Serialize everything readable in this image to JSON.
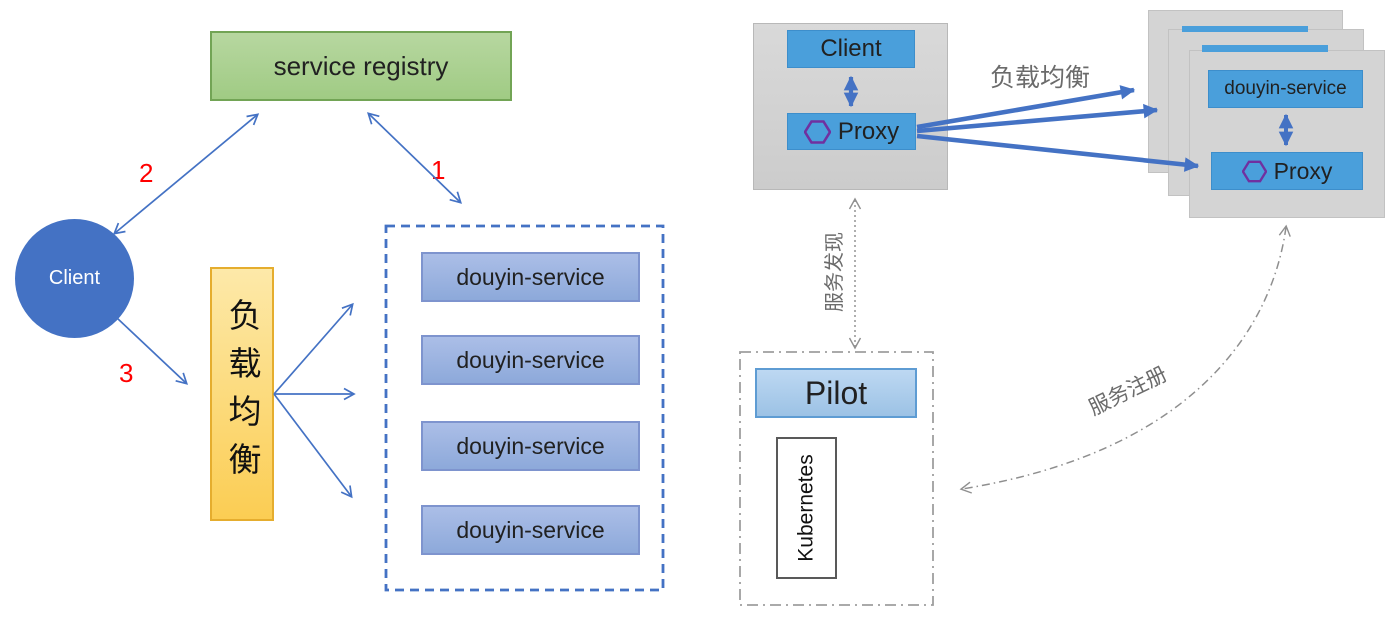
{
  "left": {
    "registry_label": "service registry",
    "client_label": "Client",
    "load_balancer_label": "负载均衡",
    "step1": "1",
    "step2": "2",
    "step3": "3",
    "services": [
      "douyin-service",
      "douyin-service",
      "douyin-service",
      "douyin-service"
    ]
  },
  "right": {
    "client_label": "Client",
    "proxy_label": "Proxy",
    "lb_label": "负载均衡",
    "service_label": "douyin-service",
    "service_proxy_label": "Proxy",
    "discovery_label": "服务发现",
    "registration_label": "服务注册",
    "pilot_label": "Pilot",
    "kubernetes_label": "Kubernetes"
  },
  "colors": {
    "accent_blue": "#4472C4",
    "sky_blue": "#4A9FDB",
    "registry_green": "#A9D18E",
    "load_balancer_orange": "#FCCD53",
    "service_periwinkle": "#8FAADC",
    "step_red": "#FF0000",
    "hexagon_purple": "#7030A0",
    "pod_gray": "#D5D5D5",
    "pilot_blue": "#9CC2E5",
    "label_gray": "#6B6B6B"
  }
}
